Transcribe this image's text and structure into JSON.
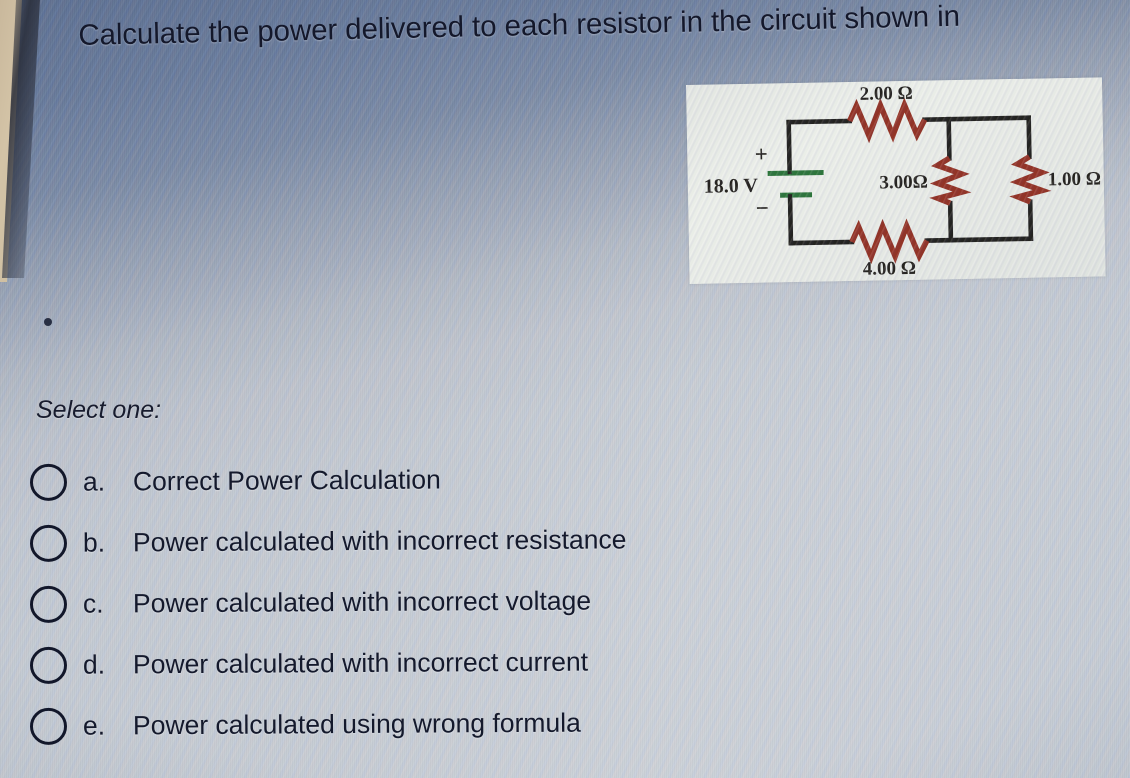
{
  "question": {
    "text": "Calculate the power delivered to each resistor in the circuit shown in"
  },
  "prompt": {
    "select_one": "Select one:"
  },
  "options": [
    {
      "letter": "a.",
      "label": "Correct Power Calculation",
      "selected": false
    },
    {
      "letter": "b.",
      "label": "Power calculated with incorrect resistance",
      "selected": false
    },
    {
      "letter": "c.",
      "label": "Power calculated with incorrect voltage",
      "selected": false
    },
    {
      "letter": "d.",
      "label": "Power calculated with incorrect current",
      "selected": false
    },
    {
      "letter": "e.",
      "label": "Power calculated using wrong formula",
      "selected": false
    }
  ],
  "circuit": {
    "source_label": "18.0 V",
    "polarity_plus": "+",
    "polarity_minus": "−",
    "resistor_top": "2.00 Ω",
    "resistor_middle": "3.00Ω",
    "resistor_right": "1.00 Ω",
    "resistor_bottom": "4.00 Ω",
    "colors": {
      "wire": "#141210",
      "resistor": "#8c2417",
      "battery_plate": "#1f6b2e",
      "figure_background": "#e8eae6"
    }
  },
  "theme": {
    "text_color": "#14192c",
    "screen_top_color": "#566894",
    "screen_bottom_color": "#c8ccd5",
    "desk_strip_color": "#cdbd9f"
  }
}
